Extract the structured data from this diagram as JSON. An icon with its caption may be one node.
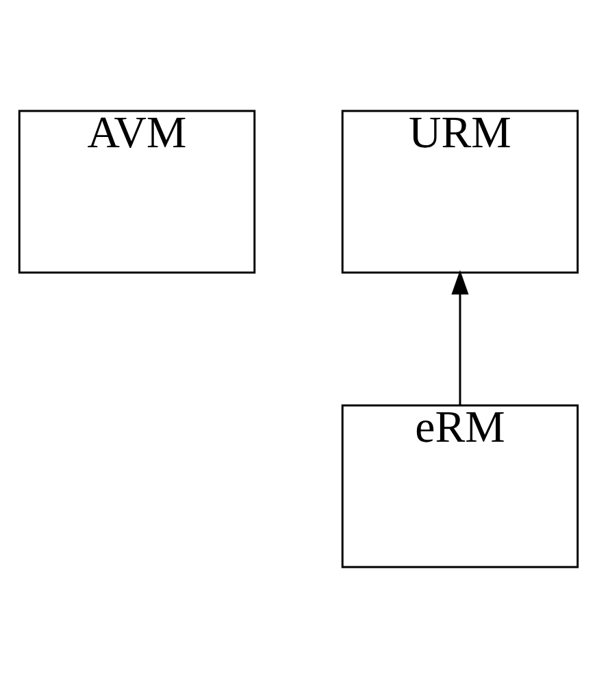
{
  "diagram": {
    "nodes": [
      {
        "text": [
          "AVM"
        ]
      },
      {
        "text": [
          "URM"
        ]
      },
      {
        "text": [
          "eRM"
        ]
      }
    ],
    "edges": [
      {
        "from": 2,
        "to": 1,
        "arrow": "to"
      }
    ]
  }
}
